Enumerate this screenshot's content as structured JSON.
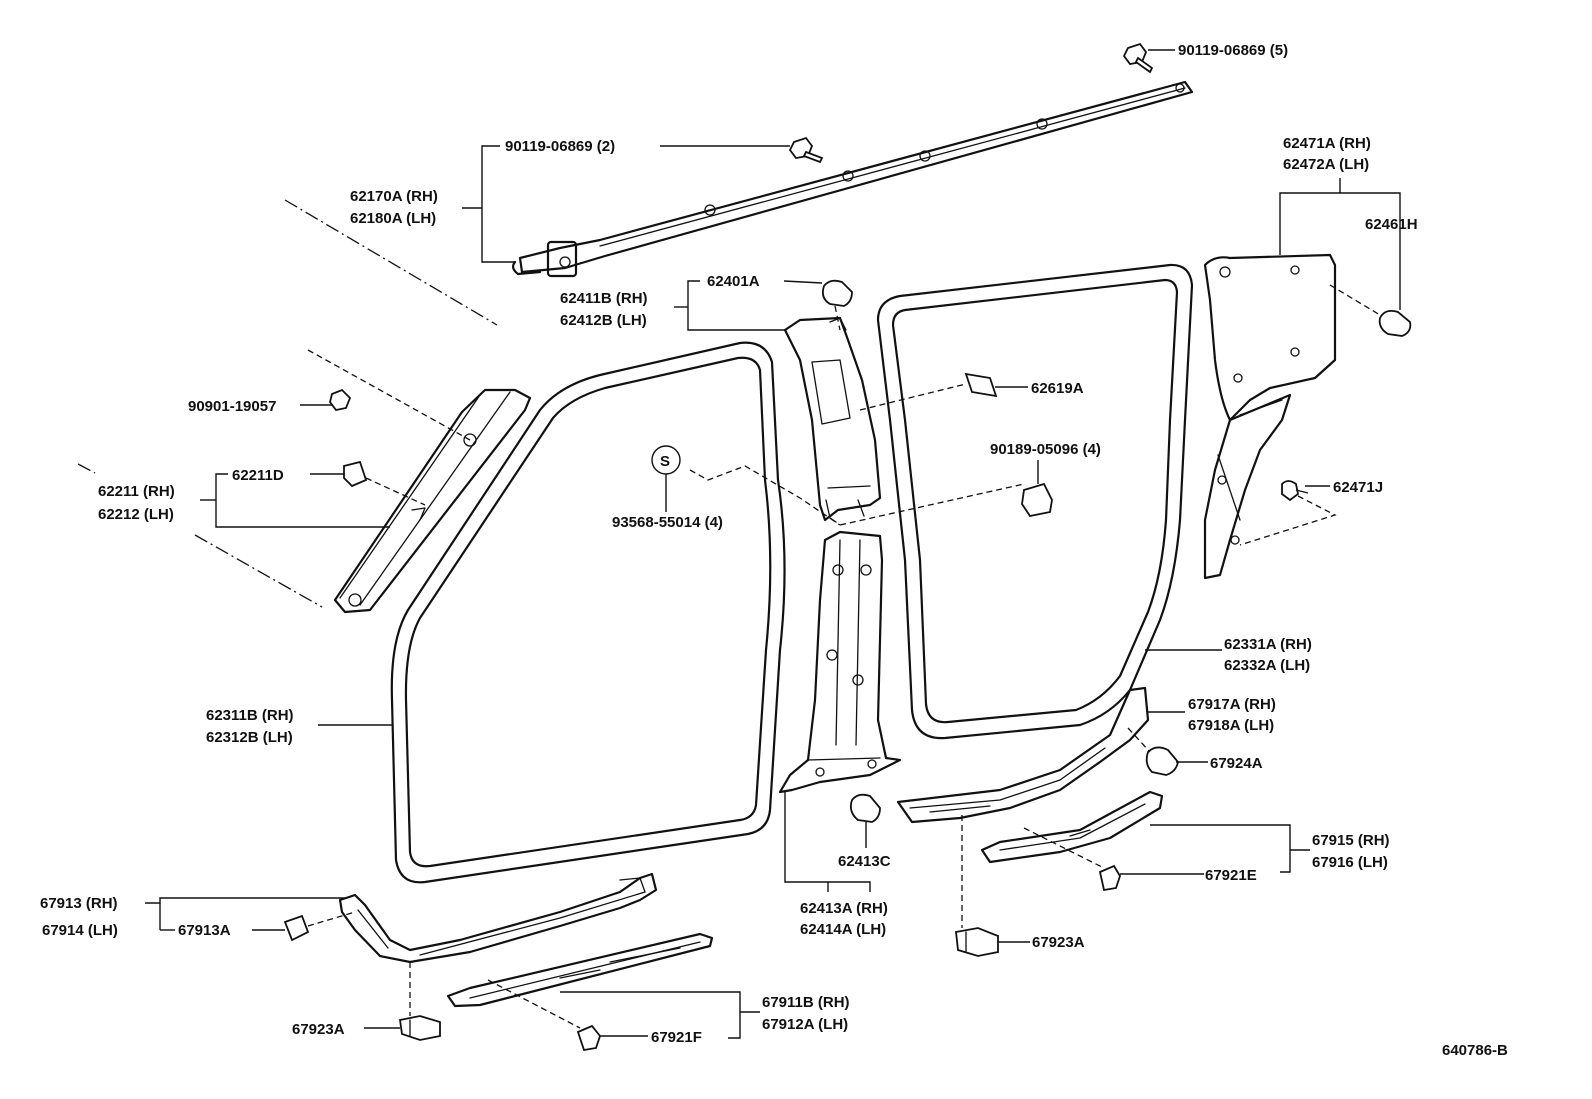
{
  "diagram_code": "640786-B",
  "labels": {
    "bolt_roof_rail_5": "90119-06869 (5)",
    "bolt_roof_rail_2": "90119-06869 (2)",
    "roof_rail_rh": "62170A (RH)",
    "roof_rail_lh": "62180A (LH)",
    "quarter_trim_rh": "62471A (RH)",
    "quarter_trim_lh": "62472A (LH)",
    "clip_62461h": "62461H",
    "clip_62401a": "62401A",
    "center_pillar_upper_rh": "62411B (RH)",
    "center_pillar_upper_lh": "62412B (LH)",
    "clip_62619a": "62619A",
    "screw_90901": "90901-19057",
    "clip_90189": "90189-05096 (4)",
    "front_pillar_rh": "62211 (RH)",
    "front_pillar_lh": "62212 (LH)",
    "clip_62211d": "62211D",
    "s_symbol": "S",
    "clip_93568": "93568-55014 (4)",
    "clip_62471j": "62471J",
    "rear_weatherstrip_rh": "62331A (RH)",
    "rear_weatherstrip_lh": "62332A (LH)",
    "front_weatherstrip_rh": "62311B (RH)",
    "front_weatherstrip_lh": "62312B (LH)",
    "rear_scuff_upper_rh": "67917A (RH)",
    "rear_scuff_upper_lh": "67918A (LH)",
    "clip_67924a": "67924A",
    "clip_62413c": "62413C",
    "rear_scuff_rh": "67915 (RH)",
    "rear_scuff_lh": "67916 (LH)",
    "clip_67921e": "67921E",
    "front_scuff_upper_rh": "67913 (RH)",
    "front_scuff_upper_lh": "67914 (LH)",
    "clip_67913a": "67913A",
    "center_pillar_lower_rh": "62413A (RH)",
    "center_pillar_lower_lh": "62414A (LH)",
    "clip_67923a_rear": "67923A",
    "clip_67923a_front": "67923A",
    "front_scuff_rh": "67911B (RH)",
    "front_scuff_lh": "67912A (LH)",
    "clip_67921f": "67921F"
  }
}
